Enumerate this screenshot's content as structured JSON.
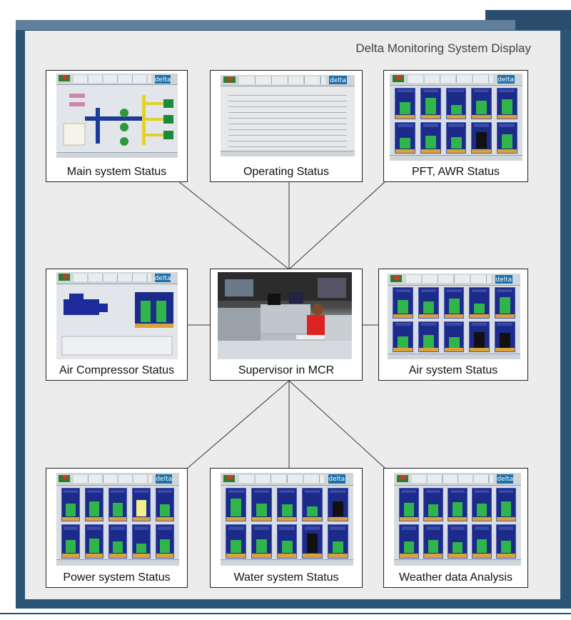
{
  "title": "Delta Monitoring System Display",
  "center": {
    "label": "Supervisor in MCR"
  },
  "nodes": [
    {
      "id": "main-system",
      "label": "Main system Status"
    },
    {
      "id": "operating",
      "label": "Operating Status"
    },
    {
      "id": "pft-awr",
      "label": "PFT, AWR Status"
    },
    {
      "id": "air-compressor",
      "label": "Air Compressor Status"
    },
    {
      "id": "air-system",
      "label": "Air system Status"
    },
    {
      "id": "power-system",
      "label": "Power system Status"
    },
    {
      "id": "water-system",
      "label": "Water system Status"
    },
    {
      "id": "weather",
      "label": "Weather data Analysis"
    }
  ],
  "screen_logo_text": "delta",
  "colors": {
    "frame": "#2a5577",
    "panel": "#ececec",
    "screen_blue": "#1c2a8a",
    "bar_green": "#2fb54a"
  }
}
